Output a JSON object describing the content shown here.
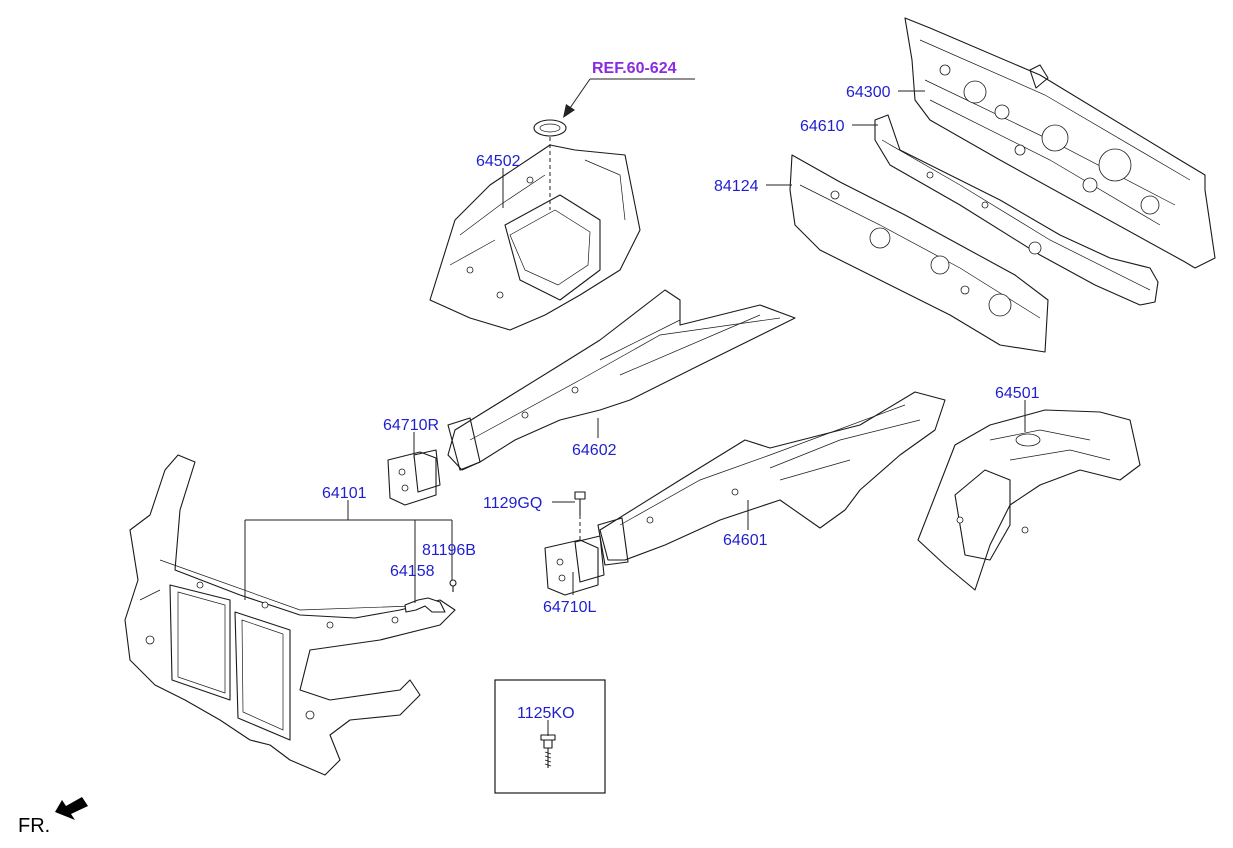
{
  "colors": {
    "part_number": "#1f1fd0",
    "reference": "#8a2be2",
    "line": "#1a1a1a"
  },
  "reference": {
    "label": "REF.60-624"
  },
  "parts": {
    "p64300": "64300",
    "p64610": "64610",
    "p84124": "84124",
    "p64502": "64502",
    "p64710R": "64710R",
    "p64602": "64602",
    "p64501": "64501",
    "p64101": "64101",
    "p1129GQ": "1129GQ",
    "p81196B": "81196B",
    "p64158": "64158",
    "p64601": "64601",
    "p64710L": "64710L",
    "p1125KO": "1125KO"
  },
  "direction": {
    "label": "FR.",
    "icon": "front-arrow-icon"
  }
}
